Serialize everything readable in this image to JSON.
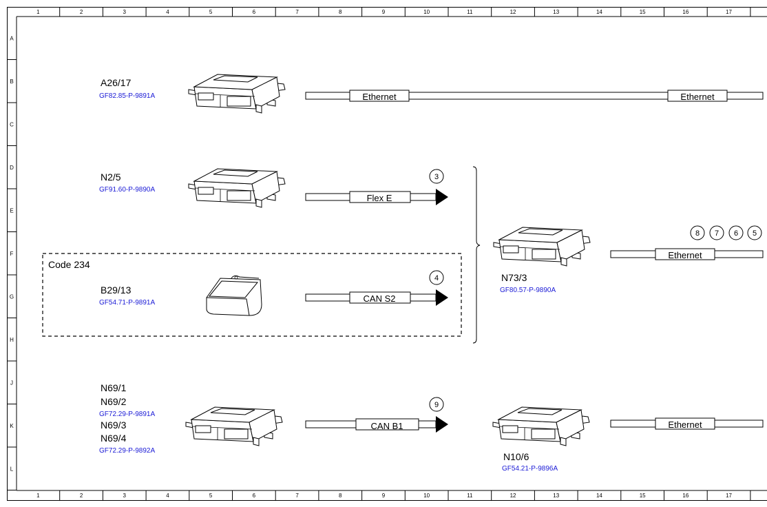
{
  "grid": {
    "columns": [
      "1",
      "2",
      "3",
      "4",
      "5",
      "6",
      "7",
      "8",
      "9",
      "10",
      "11",
      "12",
      "13",
      "14",
      "15",
      "16",
      "17"
    ],
    "rows": [
      "A",
      "B",
      "C",
      "D",
      "E",
      "F",
      "G",
      "H",
      "J",
      "K",
      "L"
    ]
  },
  "modules": [
    {
      "id": "a26",
      "name": "A26/17",
      "refs": [
        "GF82.85-P-9891A"
      ]
    },
    {
      "id": "n2",
      "name": "N2/5",
      "refs": [
        "GF91.60-P-9890A"
      ]
    },
    {
      "id": "b29",
      "name": "B29/13",
      "refs": [
        "GF54.71-P-9891A"
      ]
    },
    {
      "id": "n73",
      "name": "N73/3",
      "refs": [
        "GF80.57-P-9890A"
      ]
    },
    {
      "id": "n10",
      "name": "N10/6",
      "refs": [
        "GF54.21-P-9896A"
      ]
    },
    {
      "id": "n69_1",
      "name": "N69/1",
      "refs": []
    },
    {
      "id": "n69_2",
      "name": "N69/2",
      "refs": [
        "GF72.29-P-9891A"
      ]
    },
    {
      "id": "n69_3",
      "name": "N69/3",
      "refs": []
    },
    {
      "id": "n69_4",
      "name": "N69/4",
      "refs": [
        "GF72.29-P-9892A"
      ]
    }
  ],
  "buses": {
    "a26_1": "Ethernet",
    "a26_2": "Ethernet",
    "n2": "Flex E",
    "b29": "CAN S2",
    "n69": "CAN B1",
    "n73": "Ethernet",
    "n10": "Ethernet"
  },
  "connectors": {
    "n2": "3",
    "b29": "4",
    "n69": "9",
    "n73": [
      "8",
      "7",
      "6",
      "5"
    ]
  },
  "option_box": {
    "label": "Code 234"
  }
}
